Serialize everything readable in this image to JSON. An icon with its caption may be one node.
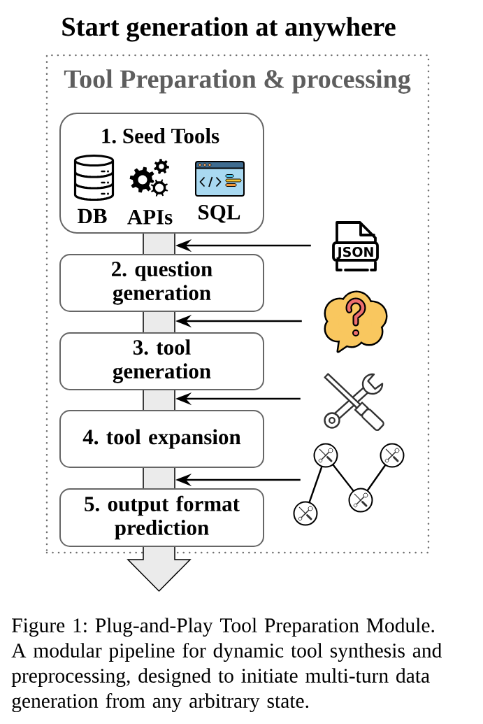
{
  "diagram": {
    "title": "Start generation at anywhere",
    "caption": "Figure 1: Plug-and-Play Tool Preparation Module. A modular pipeline for dynamic tool synthesis and preprocessing, designed to initiate multi-turn data generation from any arbitrary state.",
    "nodes": [
      {
        "text": [
          "Tool Preparation & processing"
        ]
      },
      {
        "text": [
          "1. Seed Tools",
          "DB",
          "APIs",
          "SQL"
        ],
        "in": 0
      },
      {
        "text": [
          "2. question generation"
        ],
        "in": 0
      },
      {
        "text": [
          "3. tool generation"
        ],
        "in": 0
      },
      {
        "text": [
          "4. tool expansion"
        ],
        "in": 0
      },
      {
        "text": [
          "5. output format prediction"
        ],
        "in": 0
      },
      {
        "text": [
          "JSON"
        ],
        "in": 0
      },
      {
        "text": [],
        "shape": "picture",
        "in": 0
      },
      {
        "text": [],
        "shape": "picture",
        "in": 0
      },
      {
        "text": [],
        "shape": "picture",
        "in": 0
      },
      {
        "text": [],
        "shape": "arrow"
      }
    ],
    "edges": [
      {
        "from": 6,
        "to": 10,
        "arrow": "to"
      },
      {
        "from": 7,
        "to": 10,
        "arrow": "to"
      },
      {
        "from": 8,
        "to": 10,
        "arrow": "to"
      },
      {
        "from": 9,
        "to": 10,
        "arrow": "to"
      }
    ]
  }
}
